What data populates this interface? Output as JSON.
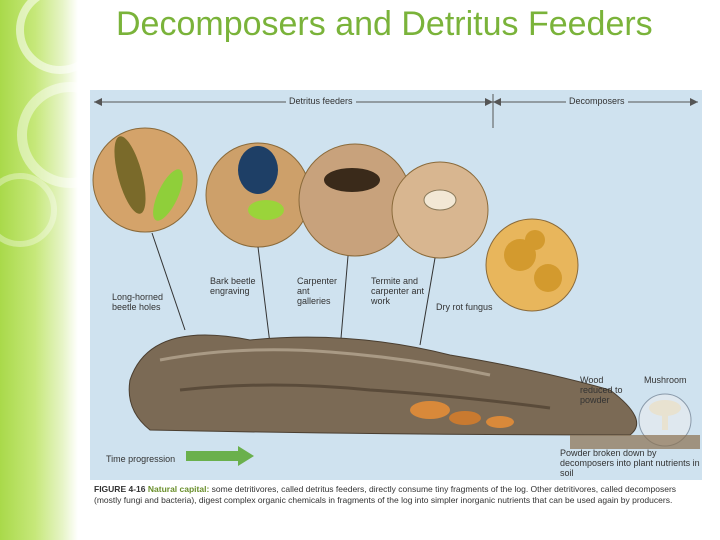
{
  "slide": {
    "title": "Decomposers and Detritus Feeders"
  },
  "figure": {
    "header": {
      "detritus_feeders": "Detritus feeders",
      "decomposers": "Decomposers"
    },
    "labels": {
      "long_horned": "Long-horned beetle holes",
      "bark_beetle": "Bark beetle engraving",
      "carpenter_ant": "Carpenter ant galleries",
      "termite": "Termite and carpenter ant work",
      "dry_rot": "Dry rot fungus",
      "wood_powder": "Wood reduced to powder",
      "mushroom": "Mushroom",
      "powder_broken": "Powder broken down by decomposers into plant nutrients in soil",
      "time_progression": "Time progression"
    },
    "caption": {
      "figure_number": "FIGURE 4-16",
      "heading": "Natural capital:",
      "text": "some detritivores, called detritus feeders, directly consume tiny fragments of the log. Other detritivores, called decomposers (mostly fungi and bacteria), digest complex organic chemicals in fragments of the log into simpler inorganic nutrients that can be used again by producers."
    },
    "colors": {
      "title": "#7ab33a",
      "background": "#cfe2ef",
      "log": "#7b6a55",
      "circle": "#d7a870",
      "arrow": "#6ab04c"
    }
  }
}
